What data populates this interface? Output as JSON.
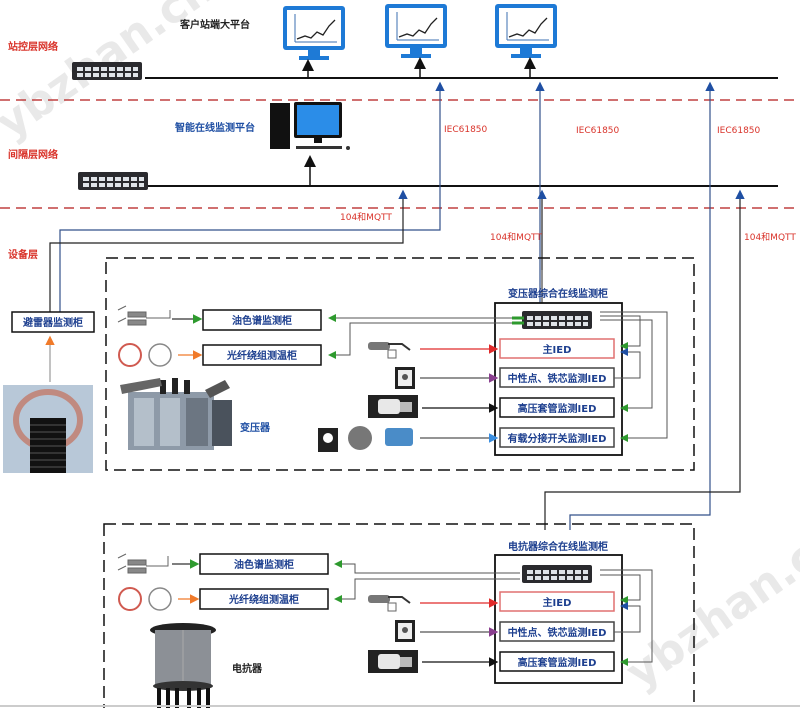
{
  "layers": {
    "station": "站控层网络",
    "bay": "间隔层网络",
    "device": "设备层"
  },
  "platforms": {
    "customer": "客户站端大平台",
    "smart": "智能在线监测平台"
  },
  "protocols": {
    "iec": "IEC61850",
    "mqtt": "104和MQTT"
  },
  "arrester": {
    "cabinet": "避雷器监测柜"
  },
  "transformer": {
    "name": "变压器",
    "main_cabinet": "变压器综合在线监测柜",
    "oil_cabinet": "油色谱监测柜",
    "fiber_cabinet": "光纤绕组测温柜",
    "ieds": [
      "主IED",
      "中性点、铁芯监测IED",
      "高压套管监测IED",
      "有载分接开关监测IED"
    ]
  },
  "reactor": {
    "name": "电抗器",
    "main_cabinet": "电抗器综合在线监测柜",
    "oil_cabinet": "油色谱监测柜",
    "fiber_cabinet": "光纤绕组测温柜",
    "ieds": [
      "主IED",
      "中性点、铁芯监测IED",
      "高压套管监测IED"
    ]
  },
  "watermark": "ybzhan.cn",
  "colors": {
    "layer_label": "#d9342b",
    "box_text": "#1d3f8f",
    "monitor": "#1e7ad6",
    "red_arrow": "#e02a2a",
    "green_arrow": "#2e9a2e",
    "blue_arrow": "#1f4fa3",
    "purple_arrow": "#8a3f8f",
    "orange_arrow": "#f07a2a"
  }
}
